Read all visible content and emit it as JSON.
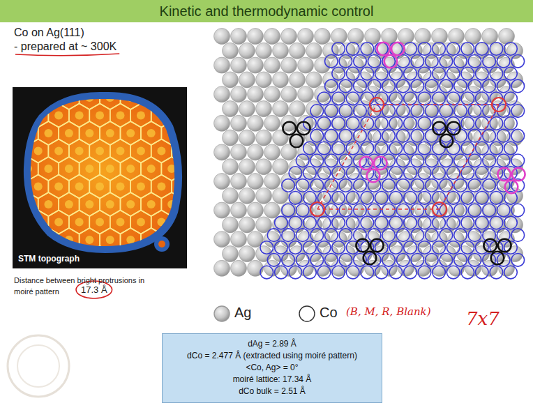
{
  "diagram": {
    "title": "Kinetic and thermodynamic control",
    "nodes": [
      {
        "text": [
          "dAg = 2.89 Å",
          "dCo = 2.477 Å (extracted using moiré pattern)",
          "<Co, Ag> = 0°",
          "moiré lattice: 17.34 Å",
          "dCo bulk = 2.51 Å"
        ]
      }
    ],
    "labels": [
      "Co on Ag(111)",
      "- prepared at ~ 300K",
      "STM topograph",
      "Distance between bright protrusions in moiré pattern",
      "17.3 Å",
      "(B, M, R, Blank)",
      "7x7"
    ],
    "legend": [
      {
        "text": "Ag"
      },
      {
        "text": "Co"
      }
    ]
  }
}
